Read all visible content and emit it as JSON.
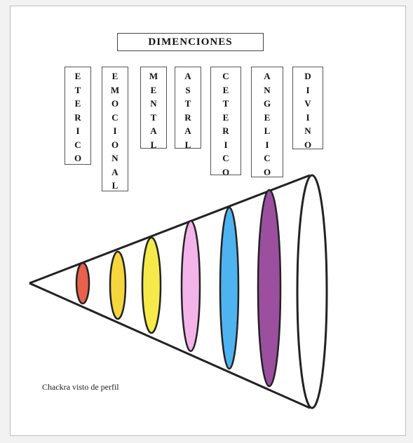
{
  "title": "DIMENCIONES",
  "dimensions": [
    {
      "label": "ETERICO"
    },
    {
      "label": "EMOCIONAL"
    },
    {
      "label": "MENTAL"
    },
    {
      "label": "ASTRAL"
    },
    {
      "label": "CETERICO"
    },
    {
      "label": "ANGELICO"
    },
    {
      "label": "DIVINO"
    }
  ],
  "caption": "Chackra visto de perfil",
  "colors": {
    "eterico": "#e8614d",
    "emocional": "#f5d63c",
    "mental": "#f6ea4a",
    "astral": "#f3b4ea",
    "ceterico": "#4fb3f0",
    "angelico": "#9b4f9e",
    "divino": "#ffffff"
  }
}
